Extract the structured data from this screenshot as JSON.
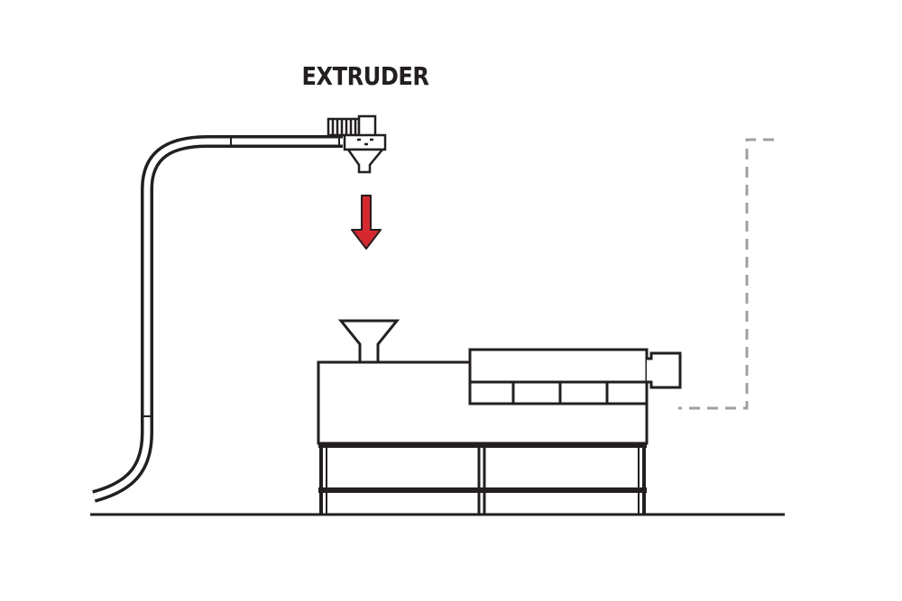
{
  "title": "EXTRUDER",
  "colors": {
    "line": "#231f20",
    "arrow": "#d7282f",
    "dashed": "#a0a0a0",
    "background": "#ffffff"
  },
  "components": {
    "conveyor_tube": "vacuum-conveyor-tube",
    "receiver": "loader-receiver-with-motor",
    "flow_arrow": "down-arrow",
    "machine": "extruder-machine",
    "feed_hopper": "feed-hopper",
    "barrel": "barrel-with-heater-bands",
    "die": "extruder-die",
    "stand": "machine-stand",
    "floor": "floor-line",
    "outline": "dashed-outline"
  }
}
